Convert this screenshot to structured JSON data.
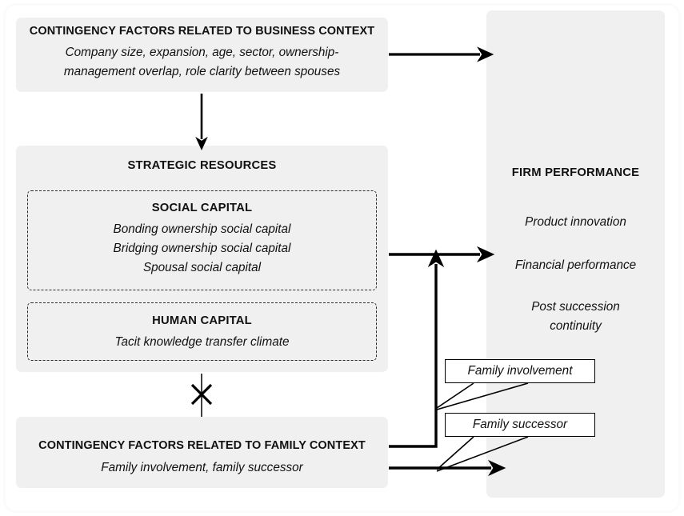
{
  "diagram": {
    "type": "conceptual-framework",
    "business_context": {
      "title": "CONTINGENCY FACTORS RELATED TO BUSINESS CONTEXT",
      "line1": "Company size, expansion, age, sector, ownership-",
      "line2": "management overlap, role clarity between spouses"
    },
    "strategic_resources": {
      "title": "STRATEGIC RESOURCES",
      "social_capital": {
        "title": "SOCIAL CAPITAL",
        "items": [
          "Bonding ownership social capital",
          "Bridging ownership social capital",
          "Spousal social capital"
        ]
      },
      "human_capital": {
        "title": "HUMAN CAPITAL",
        "items": [
          "Tacit knowledge transfer climate"
        ]
      }
    },
    "family_context": {
      "title": "CONTINGENCY FACTORS RELATED TO FAMILY CONTEXT",
      "subtitle": "Family involvement, family successor"
    },
    "firm_performance": {
      "title": "FIRM PERFORMANCE",
      "items": [
        "Product innovation",
        "Financial performance",
        "Post succession",
        "continuity"
      ]
    },
    "callouts": [
      {
        "label": "Family involvement"
      },
      {
        "label": "Family successor"
      }
    ],
    "colors": {
      "panel_fill": "#f0f0f0",
      "stroke": "#000000",
      "text": "#111111",
      "page_bg": "#ffffff"
    }
  }
}
